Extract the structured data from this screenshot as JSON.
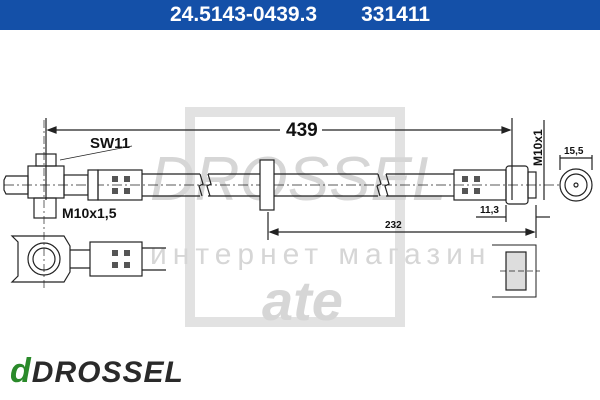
{
  "header": {
    "part_number": "24.5143-0439.3",
    "ref_number": "331411",
    "bg_color": "#1450a8"
  },
  "dimensions": {
    "total_length": "439",
    "wrench_size": "SW11",
    "left_thread": "M10x1,5",
    "right_thread": "M10x1",
    "fitting_diameter": "15,5",
    "fitting_length": "11,3",
    "bracket_distance": "232"
  },
  "watermark": {
    "brand": "DROSSEL",
    "subtitle": "интернет магазин",
    "manufacturer_logo": "ate"
  },
  "footer_logo": {
    "mark": "d",
    "name": "DROSSEL"
  }
}
